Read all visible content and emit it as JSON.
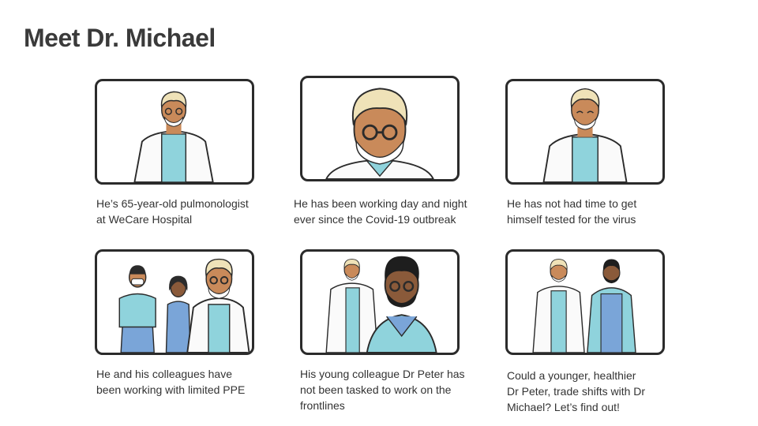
{
  "title": "Meet Dr. Michael",
  "panels": [
    {
      "caption": "He’s 65-year-old pulmonologist\nat WeCare Hospital"
    },
    {
      "caption": "He has been working day and night\never since the Covid-19 outbreak"
    },
    {
      "caption": "He has not had time to get\nhimself tested for the virus"
    },
    {
      "caption": "He and his colleagues have\nbeen working with limited PPE"
    },
    {
      "caption": "His young colleague Dr Peter has\nnot been tasked to work on the\nfrontlines"
    },
    {
      "caption": "Could a younger, healthier\nDr Peter, trade shifts with Dr\nMichael? Let’s find out!"
    }
  ]
}
